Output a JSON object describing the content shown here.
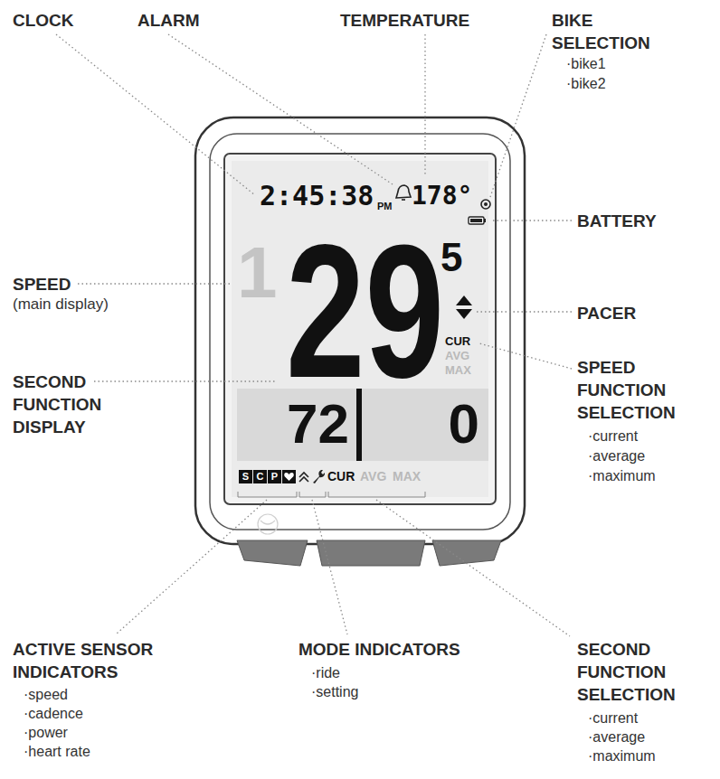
{
  "diagram": {
    "labels": [
      "CLOCK",
      "ALARM",
      "TEMPERATURE",
      "BIKE SELECTION",
      "·bike1",
      "·bike2",
      "2:45:38",
      "PM",
      "178°",
      "BATTERY",
      "1",
      "29",
      "5",
      "SPEED",
      "(main display)",
      "PACER",
      "CUR",
      "AVG",
      "MAX",
      "SECOND FUNCTION DISPLAY",
      "SPEED FUNCTION SELECTION",
      "·current",
      "·average",
      "·maximum",
      "72",
      "0",
      "S",
      "C",
      "P",
      "CUR",
      "AVG",
      "MAX",
      "ACTIVE SENSOR INDICATORS",
      "·speed",
      "·cadence",
      "·power",
      "·heart rate",
      "MODE INDICATORS",
      "·ride",
      "·setting",
      "SECOND FUNCTION SELECTION",
      "·current",
      "·average",
      "·maximum"
    ]
  }
}
